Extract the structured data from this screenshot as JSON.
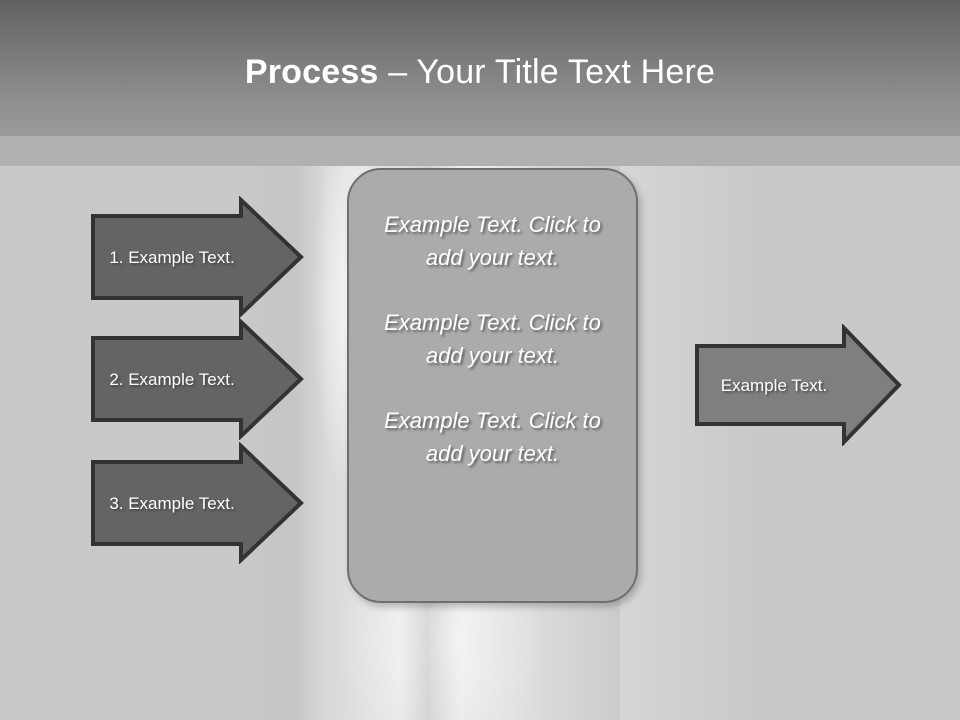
{
  "slide": {
    "title": {
      "strong": "Process",
      "light": " – Your Title Text Here"
    },
    "theme": {
      "header_gradient_top": "#616161",
      "header_gradient_bottom": "#9a9a9a",
      "header_band": "#b1b1b1",
      "body_background": "#c9c9c9",
      "center_box_fill": "#ababab",
      "center_box_border": "#6f6f6f",
      "left_arrow_fill": "#646464",
      "right_arrow_fill": "#7f7f7f",
      "arrow_border": "#333333",
      "text_color": "#ffffff"
    }
  },
  "left_arrows": [
    {
      "label": "1. Example Text."
    },
    {
      "label": "2. Example Text."
    },
    {
      "label": "3. Example Text."
    }
  ],
  "center_box": {
    "paragraphs": [
      "Example Text. Click  to add your text.",
      "Example Text. Click  to add your text.",
      "Example Text. Click  to add your text."
    ]
  },
  "right_arrow": {
    "label": "Example Text."
  }
}
